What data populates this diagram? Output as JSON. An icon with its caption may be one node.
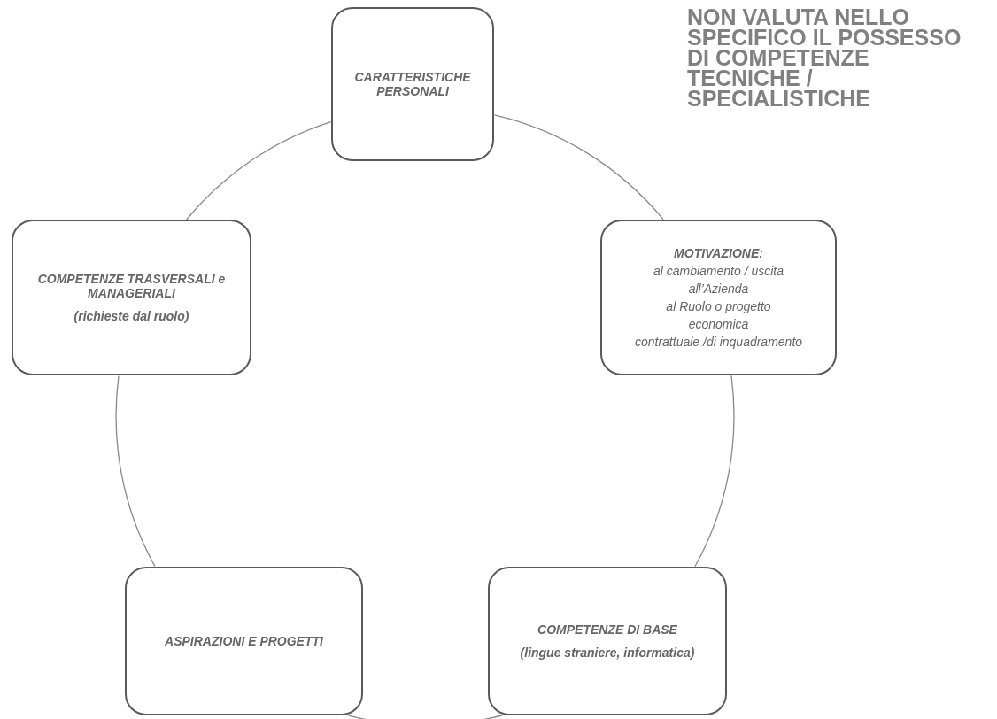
{
  "diagram": {
    "nodes": [
      {
        "text": [
          "CARATTERISTICHE PERSONALI"
        ]
      },
      {
        "text": [
          "MOTIVAZIONE:",
          "al cambiamento / uscita",
          "all’Azienda",
          "al Ruolo o progetto",
          "economica",
          "contrattuale /di inquadramento"
        ]
      },
      {
        "text": [
          "COMPETENZE DI BASE",
          "(lingue straniere, informatica)"
        ]
      },
      {
        "text": [
          "ASPIRAZIONI E PROGETTI"
        ]
      },
      {
        "text": [
          "COMPETENZE TRASVERSALI e MANAGERIALI",
          "(richieste dal ruolo)"
        ]
      }
    ],
    "edges": [
      {
        "from": 0,
        "to": 1,
        "arrow": "none"
      },
      {
        "from": 1,
        "to": 2,
        "arrow": "none"
      },
      {
        "from": 2,
        "to": 3,
        "arrow": "none"
      },
      {
        "from": 3,
        "to": 4,
        "arrow": "none"
      },
      {
        "from": 4,
        "to": 0,
        "arrow": "none"
      }
    ],
    "labels": [
      "NON VALUTA NELLO SPECIFICO IL POSSESSO DI COMPETENZE TECNICHE / SPECIALISTICHE"
    ]
  }
}
